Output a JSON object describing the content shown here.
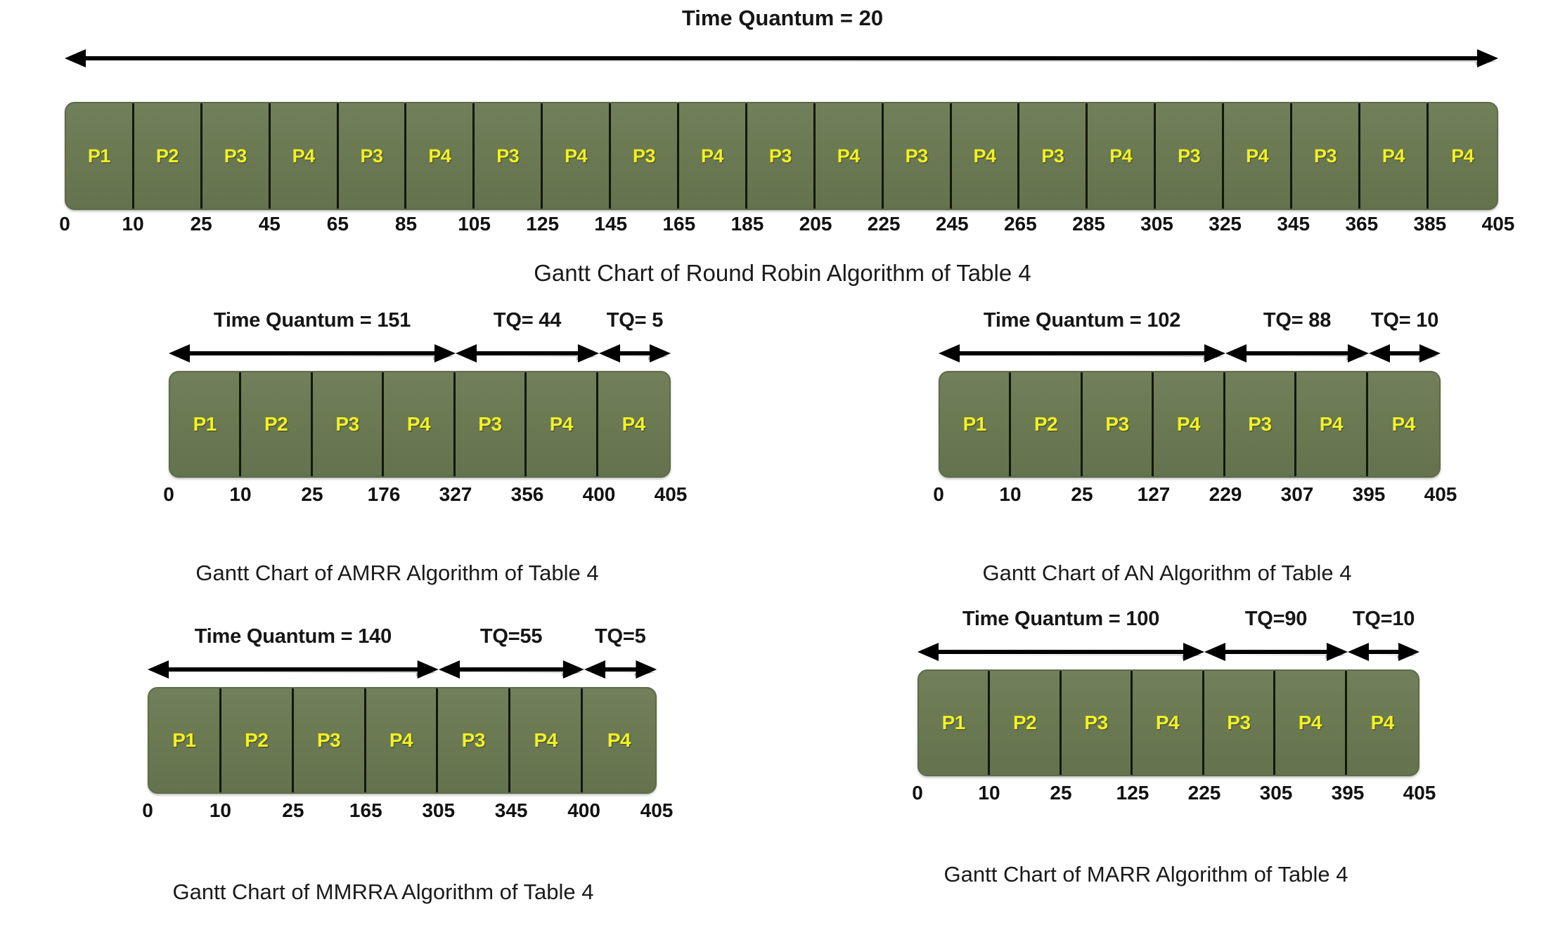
{
  "chart_data": [
    {
      "id": "rr",
      "type": "bar",
      "title": "Time Quantum = 20",
      "caption": "Gantt Chart of Round Robin Algorithm of Table 4",
      "xlabel": "",
      "ylabel": "",
      "segments": [
        "P1",
        "P2",
        "P3",
        "P4",
        "P3",
        "P4",
        "P3",
        "P4",
        "P3",
        "P4",
        "P3",
        "P4",
        "P3",
        "P4",
        "P3",
        "P4",
        "P3",
        "P4",
        "P3",
        "P4",
        "P4"
      ],
      "ticks": [
        0,
        10,
        25,
        45,
        65,
        85,
        105,
        125,
        145,
        165,
        185,
        205,
        225,
        245,
        265,
        285,
        305,
        325,
        345,
        365,
        385,
        405
      ],
      "arrow_groups": [
        {
          "label": "Time Quantum = 20",
          "span_segments": 21
        }
      ],
      "bar_color": "#6b7a53",
      "label_color": "#f2f222"
    },
    {
      "id": "amrr",
      "type": "bar",
      "caption": "Gantt Chart of AMRR Algorithm of Table 4",
      "segments": [
        "P1",
        "P2",
        "P3",
        "P4",
        "P3",
        "P4",
        "P4"
      ],
      "ticks": [
        0,
        10,
        25,
        176,
        327,
        356,
        400,
        405
      ],
      "arrow_groups": [
        {
          "label": "Time Quantum = 151",
          "span_segments": 4
        },
        {
          "label": "TQ= 44",
          "span_segments": 2
        },
        {
          "label": "TQ= 5",
          "span_segments": 1
        }
      ],
      "bar_color": "#6b7a53",
      "label_color": "#f2f222"
    },
    {
      "id": "an",
      "type": "bar",
      "caption": "Gantt Chart of AN Algorithm of Table 4",
      "segments": [
        "P1",
        "P2",
        "P3",
        "P4",
        "P3",
        "P4",
        "P4"
      ],
      "ticks": [
        0,
        10,
        25,
        127,
        229,
        307,
        395,
        405
      ],
      "arrow_groups": [
        {
          "label": "Time Quantum = 102",
          "span_segments": 4
        },
        {
          "label": "TQ= 88",
          "span_segments": 2
        },
        {
          "label": "TQ= 10",
          "span_segments": 1
        }
      ],
      "bar_color": "#6b7a53",
      "label_color": "#f2f222"
    },
    {
      "id": "mmrra",
      "type": "bar",
      "caption": "Gantt Chart of MMRRA Algorithm of Table 4",
      "segments": [
        "P1",
        "P2",
        "P3",
        "P4",
        "P3",
        "P4",
        "P4"
      ],
      "ticks": [
        0,
        10,
        25,
        165,
        305,
        345,
        400,
        405
      ],
      "arrow_groups": [
        {
          "label": "Time Quantum = 140",
          "span_segments": 4
        },
        {
          "label": "TQ=55",
          "span_segments": 2
        },
        {
          "label": "TQ=5",
          "span_segments": 1
        }
      ],
      "bar_color": "#6b7a53",
      "label_color": "#f2f222"
    },
    {
      "id": "marr",
      "type": "bar",
      "caption": "Gantt Chart of MARR Algorithm of Table 4",
      "segments": [
        "P1",
        "P2",
        "P3",
        "P4",
        "P3",
        "P4",
        "P4"
      ],
      "ticks": [
        0,
        10,
        25,
        125,
        225,
        305,
        395,
        405
      ],
      "arrow_groups": [
        {
          "label": "Time Quantum = 100",
          "span_segments": 4
        },
        {
          "label": "TQ=90",
          "span_segments": 2
        },
        {
          "label": "TQ=10",
          "span_segments": 1
        }
      ],
      "bar_color": "#6b7a53",
      "label_color": "#f2f222"
    }
  ]
}
